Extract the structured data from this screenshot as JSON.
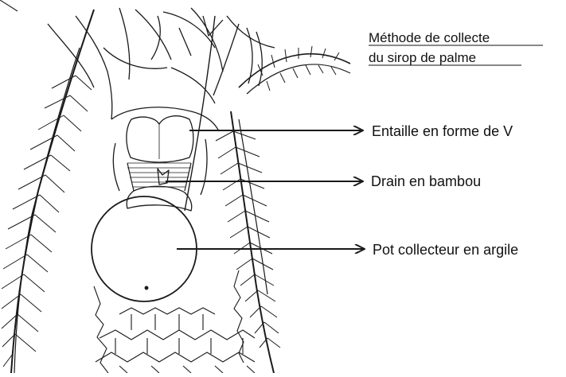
{
  "figure": {
    "title_line1": "Méthode de collecte",
    "title_line2": "du sirop de palme",
    "labels": [
      {
        "text": "Entaille en forme de V"
      },
      {
        "text": "Drain en bambou"
      },
      {
        "text": "Pot collecteur en argile"
      }
    ]
  },
  "colors": {
    "ink": "#1a1a1a",
    "background": "#ffffff"
  }
}
